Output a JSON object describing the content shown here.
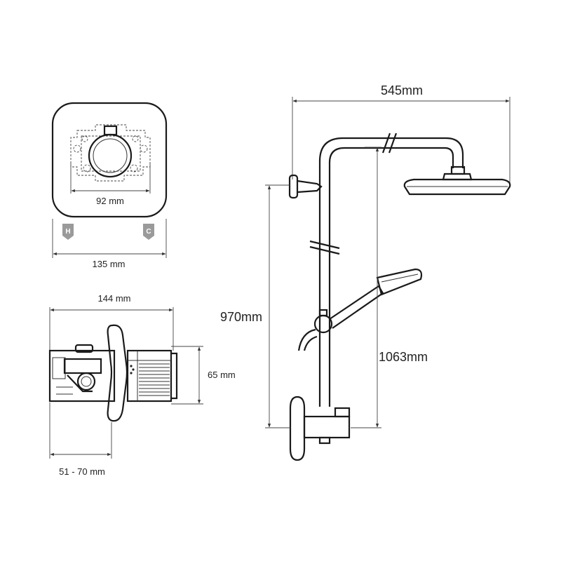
{
  "dimensions": {
    "plate_inner_width": "92 mm",
    "plate_width": "135 mm",
    "valve_width": "144 mm",
    "valve_height": "65 mm",
    "valve_depth": "51 - 70 mm",
    "riser_width": "545mm",
    "riser_height": "970mm",
    "head_height": "1063mm"
  },
  "badges": {
    "hot": "H",
    "cold": "C"
  },
  "colors": {
    "line": "#1a1a1a",
    "badge": "#9a9a9a"
  }
}
